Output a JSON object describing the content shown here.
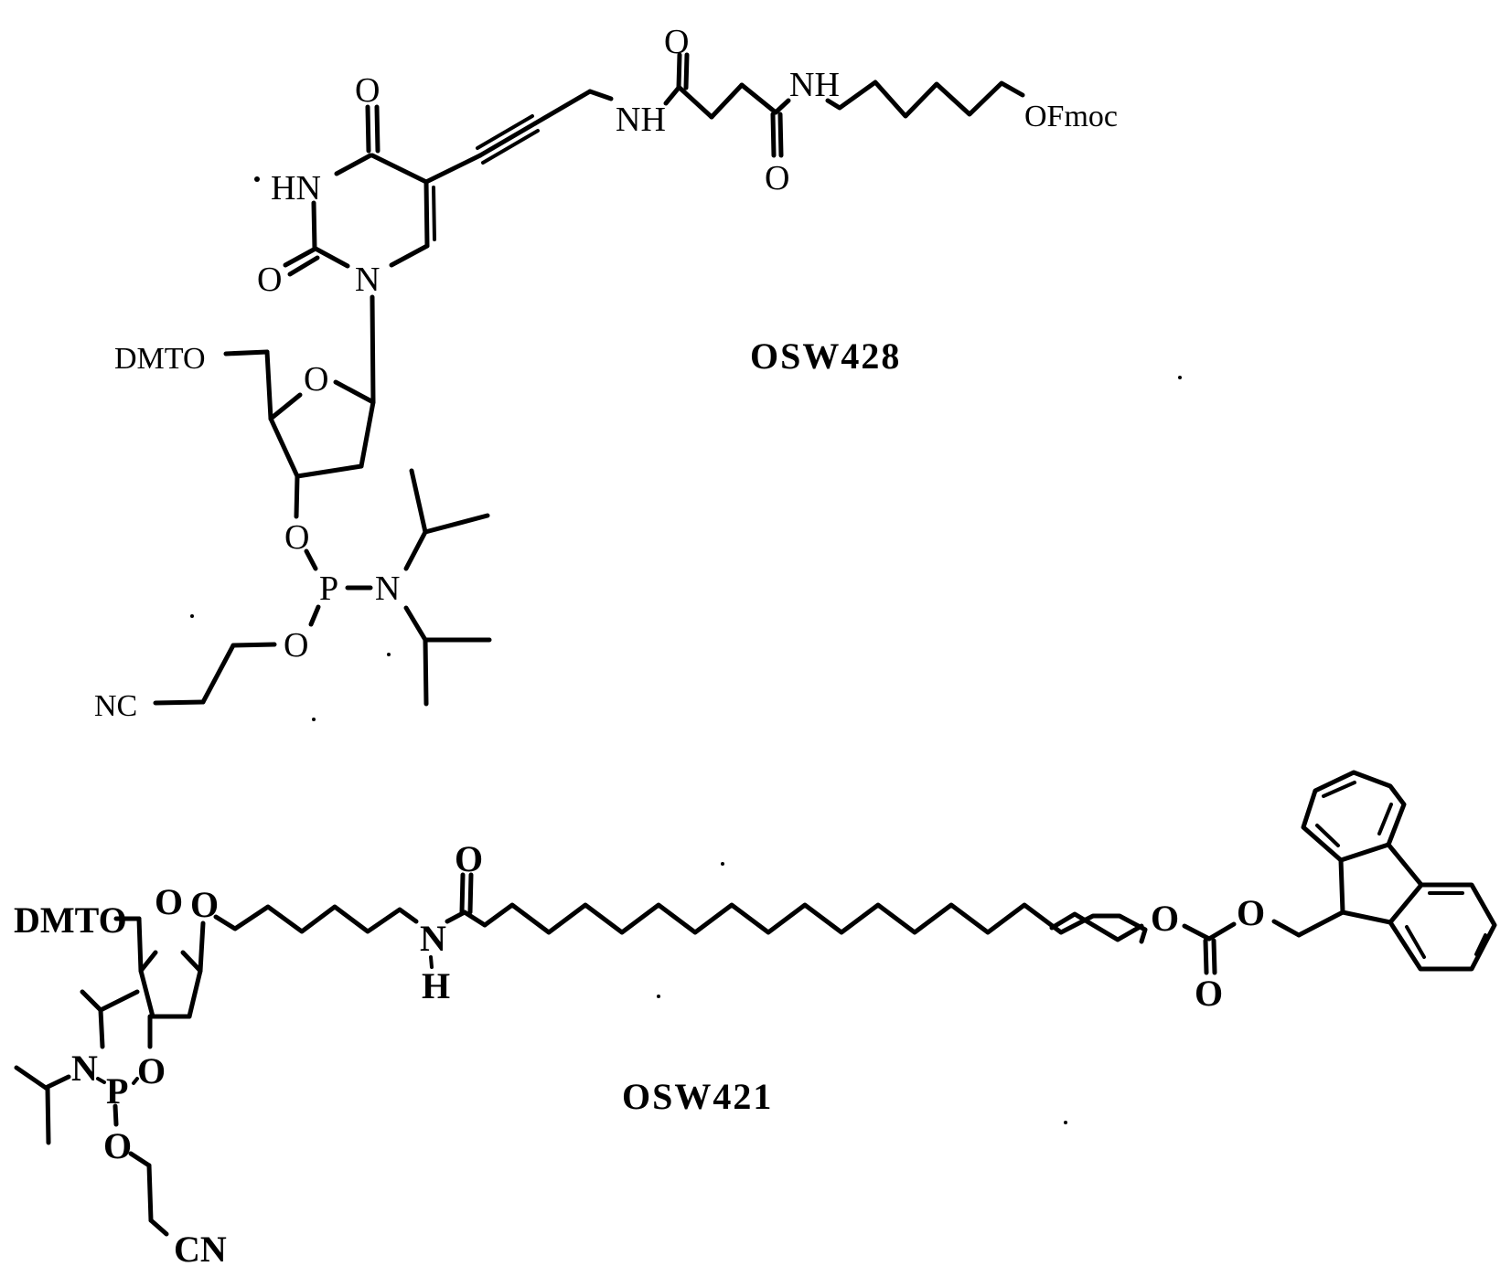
{
  "compounds": [
    {
      "id": "top",
      "name": "OSW428",
      "atoms": {
        "c4_oxygen": "O",
        "n3": "HN",
        "c2_oxygen": "O",
        "n1": "N",
        "amide1_nh": "NH",
        "amide2_nh": "NH",
        "amide2_oxygen": "O",
        "terminal_group": "OFmoc",
        "dmt_group": "DMTO",
        "ring_oxygen": "O",
        "o3_prime": "O",
        "phosphorus": "P",
        "amine_n": "N",
        "cyanoethyl_o": "O",
        "nitrile": "NC"
      }
    },
    {
      "id": "bottom",
      "name": "OSW421",
      "atoms": {
        "dmt_group": "DMTO",
        "ring_oxygen": "O",
        "anomeric_o": "O",
        "amide_n": "N",
        "amide_h": "H",
        "amide_oxygen": "O",
        "carbonate_o1": "O",
        "carbonate_o2": "O",
        "carbonate_oxo": "O",
        "amine_n": "N",
        "phosphorus": "P",
        "o3_prime": "O",
        "cyanoethyl_o": "O",
        "nitrile": "CN"
      }
    }
  ],
  "colors": {
    "ink": "#000000",
    "background": "#ffffff"
  }
}
